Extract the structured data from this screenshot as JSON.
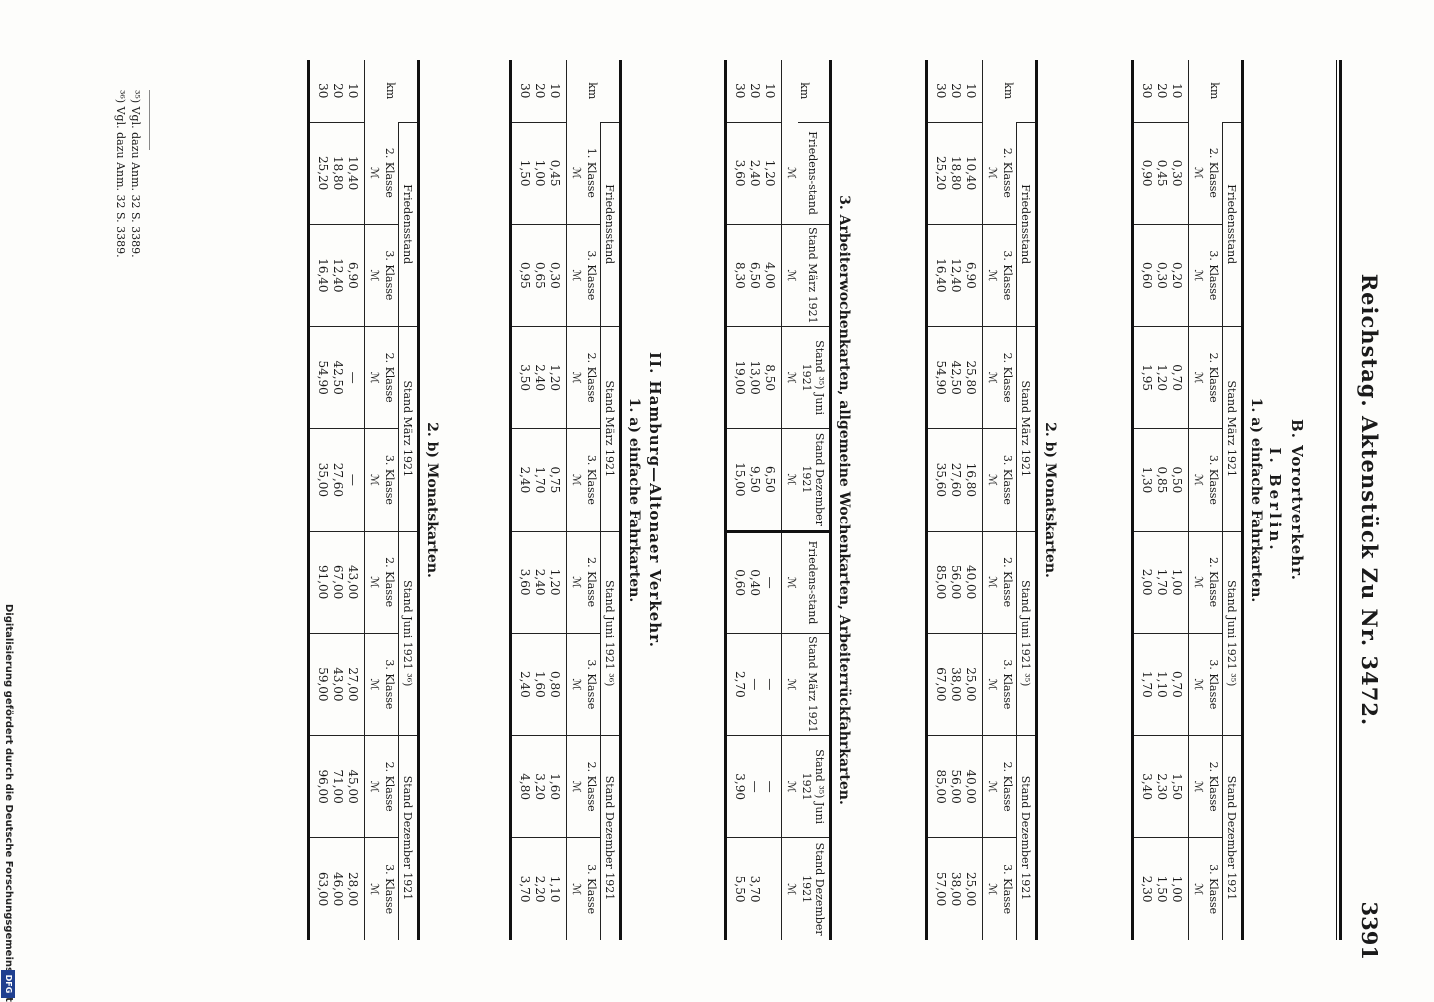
{
  "header": {
    "title": "Reichstag. Aktenstück Zu Nr. 3472.",
    "page_number": "3391"
  },
  "section": {
    "heading": "B. Vorortverkehr.",
    "city1": "I. Berlin.",
    "city2": "II. Hamburg—Altonaer Verkehr."
  },
  "table1": {
    "caption": "1. a) einfache Fahrkarten.",
    "km_label": "km",
    "groups": [
      "Friedensstand",
      "Stand März 1921",
      "Stand Juni 1921 ³⁵)",
      "Stand Dezember 1921"
    ],
    "subheads": [
      "2. Klasse",
      "3. Klasse",
      "2. Klasse",
      "3. Klasse",
      "2. Klasse",
      "3. Klasse",
      "2. Klasse",
      "3. Klasse"
    ],
    "units": [
      "ℳ",
      "ℳ",
      "ℳ",
      "ℳ",
      "ℳ",
      "ℳ",
      "ℳ",
      "ℳ"
    ],
    "rows": [
      [
        "10",
        "0,30",
        "0,20",
        "0,70",
        "0,50",
        "1,00",
        "0,70",
        "1,50",
        "1,00"
      ],
      [
        "20",
        "0,45",
        "0,30",
        "1,20",
        "0,85",
        "1,70",
        "1,10",
        "2,30",
        "1,50"
      ],
      [
        "30",
        "0,90",
        "0,60",
        "1,95",
        "1,30",
        "2,00",
        "1,70",
        "3,40",
        "2,30"
      ]
    ]
  },
  "table2": {
    "caption": "2. b) Monatskarten.",
    "km_label": "km",
    "groups": [
      "Friedensstand",
      "Stand März 1921",
      "Stand Juni 1921 ³⁵)",
      "Stand Dezember 1921"
    ],
    "subheads": [
      "2. Klasse",
      "3. Klasse",
      "2. Klasse",
      "3. Klasse",
      "2. Klasse",
      "3. Klasse",
      "2. Klasse",
      "3. Klasse"
    ],
    "units": [
      "ℳ",
      "ℳ",
      "ℳ",
      "ℳ",
      "ℳ",
      "ℳ",
      "ℳ",
      "ℳ"
    ],
    "rows": [
      [
        "10",
        "10,40",
        "6,90",
        "25,80",
        "16,80",
        "40,00",
        "25,00",
        "40,00",
        "25,00"
      ],
      [
        "20",
        "18,80",
        "12,40",
        "42,50",
        "27,60",
        "56,00",
        "38,00",
        "56,00",
        "38,00"
      ],
      [
        "30",
        "25,20",
        "16,40",
        "54,90",
        "35,60",
        "85,00",
        "67,00",
        "85,00",
        "57,00"
      ]
    ]
  },
  "table3": {
    "caption": "3. Arbeiterwochenkarten, allgemeine Wochenkarten, Arbeiterrückfahrkarten.",
    "km_label": "km",
    "heads": [
      "Friedens-stand",
      "Stand März 1921",
      "Stand ³⁵) Juni 1921",
      "Stand Dezember 1921",
      "Friedens-stand",
      "Stand März 1921",
      "Stand ³⁵) Juni 1921",
      "Stand Dezember 1921"
    ],
    "units": [
      "ℳ",
      "ℳ",
      "ℳ",
      "ℳ",
      "ℳ",
      "ℳ",
      "ℳ",
      "ℳ"
    ],
    "rows": [
      [
        "10",
        "1,20",
        "4,00",
        "8,50",
        "6,50",
        "—",
        "—",
        "—",
        ""
      ],
      [
        "20",
        "2,40",
        "6,50",
        "13,00",
        "9,50",
        "0,40",
        "—",
        "—",
        "3,70"
      ],
      [
        "30",
        "3,60",
        "8,30",
        "19,00",
        "15,00",
        "0,60",
        "2,70",
        "3,90",
        "5,50"
      ]
    ]
  },
  "table4": {
    "caption": "1. a) einfache Fahrkarten.",
    "km_label": "km",
    "groups": [
      "Friedensstand",
      "Stand März 1921",
      "Stand Juni 1921 ³⁶)",
      "Stand Dezember 1921"
    ],
    "subheads": [
      "1. Klasse",
      "3. Klasse",
      "2. Klasse",
      "3. Klasse",
      "2. Klasse",
      "3. Klasse",
      "2. Klasse",
      "3. Klasse"
    ],
    "units": [
      "ℳ",
      "ℳ",
      "ℳ",
      "ℳ",
      "ℳ",
      "ℳ",
      "ℳ",
      "ℳ"
    ],
    "rows": [
      [
        "10",
        "0,45",
        "0,30",
        "1,20",
        "0,75",
        "1,20",
        "0,80",
        "1,60",
        "1,10"
      ],
      [
        "20",
        "1,00",
        "0,65",
        "2,40",
        "1,70",
        "2,40",
        "1,60",
        "3,20",
        "2,20"
      ],
      [
        "30",
        "1,50",
        "0,95",
        "3,50",
        "2,40",
        "3,60",
        "2,40",
        "4,80",
        "3,70"
      ]
    ]
  },
  "table5": {
    "caption": "2. b) Monatskarten.",
    "km_label": "km",
    "groups": [
      "Friedensstand",
      "Stand März 1921",
      "Stand Juni 1921 ³⁶)",
      "Stand Dezember 1921"
    ],
    "subheads": [
      "2. Klasse",
      "3. Klasse",
      "2. Klasse",
      "3. Klasse",
      "2. Klasse",
      "3. Klasse",
      "2. Klasse",
      "3. Klasse"
    ],
    "units": [
      "ℳ",
      "ℳ",
      "ℳ",
      "ℳ",
      "ℳ",
      "ℳ",
      "ℳ",
      "ℳ"
    ],
    "rows": [
      [
        "10",
        "10,40",
        "6,90",
        "—",
        "—",
        "43,00",
        "27,00",
        "45,00",
        "28,00"
      ],
      [
        "20",
        "18,80",
        "12,40",
        "42,50",
        "27,60",
        "67,00",
        "43,00",
        "71,00",
        "46,00"
      ],
      [
        "30",
        "25,20",
        "16,40",
        "54,90",
        "35,00",
        "91,00",
        "59,00",
        "96,00",
        "63,00"
      ]
    ]
  },
  "footnotes": [
    "³⁵) Vgl. dazu Anm. 32 S. 3389.",
    "³⁶) Vgl. dazu Anm. 32 S. 3389."
  ],
  "sidebar": {
    "credit": "Digitalisierung gefördert durch die Deutsche Forschungsgemeinschaft",
    "logo_text": "DFG"
  }
}
